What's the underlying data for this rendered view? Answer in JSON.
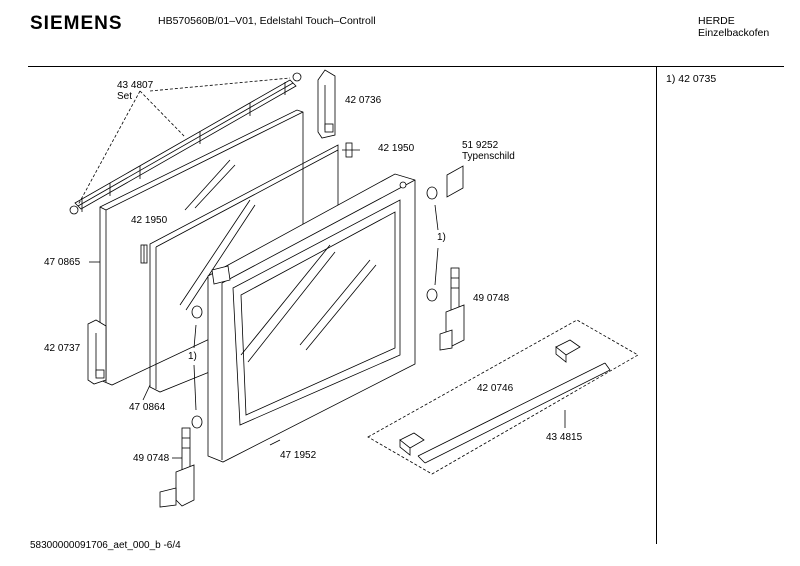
{
  "header": {
    "brand": "SIEMENS",
    "model": "HB570560B/01–V01, Edelstahl Touch–Controll",
    "category_line1": "HERDE",
    "category_line2": "Einzelbackofen"
  },
  "sidebar": {
    "footnote": "1) 42 0735"
  },
  "parts": {
    "set_number": "43 4807",
    "set_label": "Set",
    "p420736": "42 0736",
    "p421950_top": "42 1950",
    "p519252": "51 9252",
    "typenschild": "Typenschild",
    "p421950_left": "42 1950",
    "p470865": "47 0865",
    "p420737": "42 0737",
    "p490748_right": "49 0748",
    "ref1_right": "1)",
    "ref1_left": "1)",
    "p420746": "42 0746",
    "p434815": "43 4815",
    "p470864": "47 0864",
    "p471952": "47 1952",
    "p490748_left": "49 0748"
  },
  "footer": {
    "doc_id": "58300000091706_aet_000_b -6/4"
  }
}
